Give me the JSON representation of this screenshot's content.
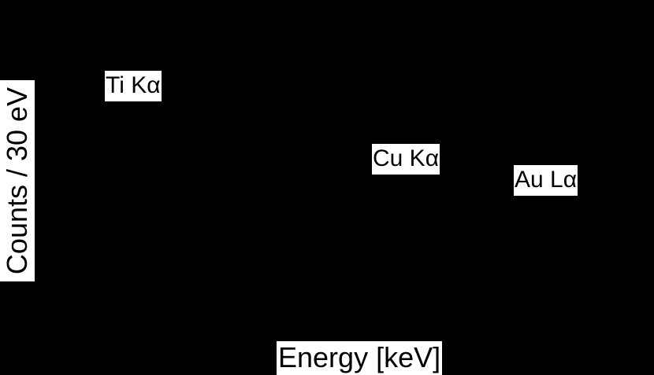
{
  "chart_data": {
    "type": "line",
    "title": "",
    "xlabel": "Energy [keV]",
    "ylabel": "Counts / 30 eV",
    "background": "#000000",
    "annotations": [
      {
        "text": "Ti Kα"
      },
      {
        "text": "Cu Kα"
      },
      {
        "text": "Au Lα"
      }
    ],
    "series": [],
    "grid": false
  }
}
